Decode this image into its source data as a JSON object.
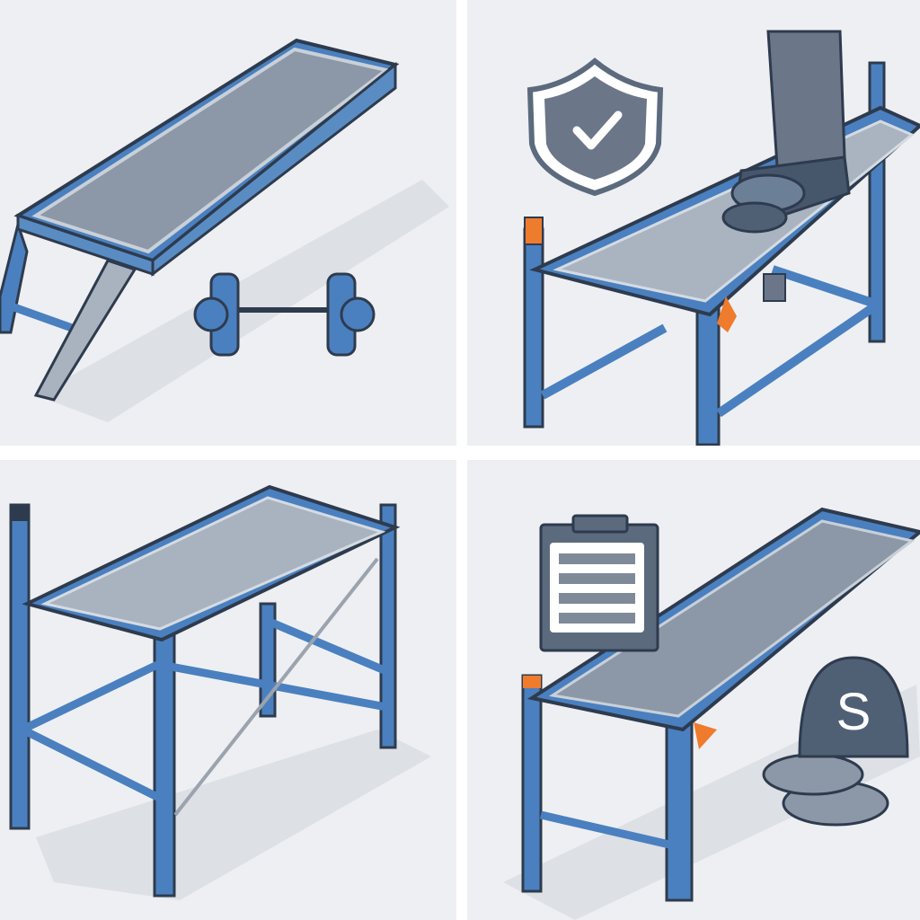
{
  "layout": {
    "rows": 2,
    "cols": 2,
    "background": "#eeeff2",
    "gutter_color": "#ffffff"
  },
  "colors": {
    "frame_blue": "#4a80bf",
    "outline": "#2e3b4e",
    "deck_gray": "#8a96a6",
    "deck_light": "#b7c0cb",
    "icon_slate": "#5c6a7e",
    "accent_orange": "#ef7b2d",
    "shadow": "#dcdfe4"
  },
  "panels": [
    {
      "id": "folding-bench-with-dumbbell",
      "objects": [
        "inclined-bench",
        "dumbbell"
      ]
    },
    {
      "id": "bench-with-safety-shield-and-seat",
      "objects": [
        "bench-frame",
        "shield-check-icon",
        "seat-backrest",
        "orange-end-caps"
      ]
    },
    {
      "id": "tall-bench-frame",
      "objects": [
        "bench-frame",
        "cross-braces"
      ]
    },
    {
      "id": "bench-with-clipboard-and-cap",
      "objects": [
        "inclined-bench",
        "clipboard-icon",
        "cap-icon"
      ]
    }
  ],
  "icons": {
    "cap_letter": "S"
  }
}
